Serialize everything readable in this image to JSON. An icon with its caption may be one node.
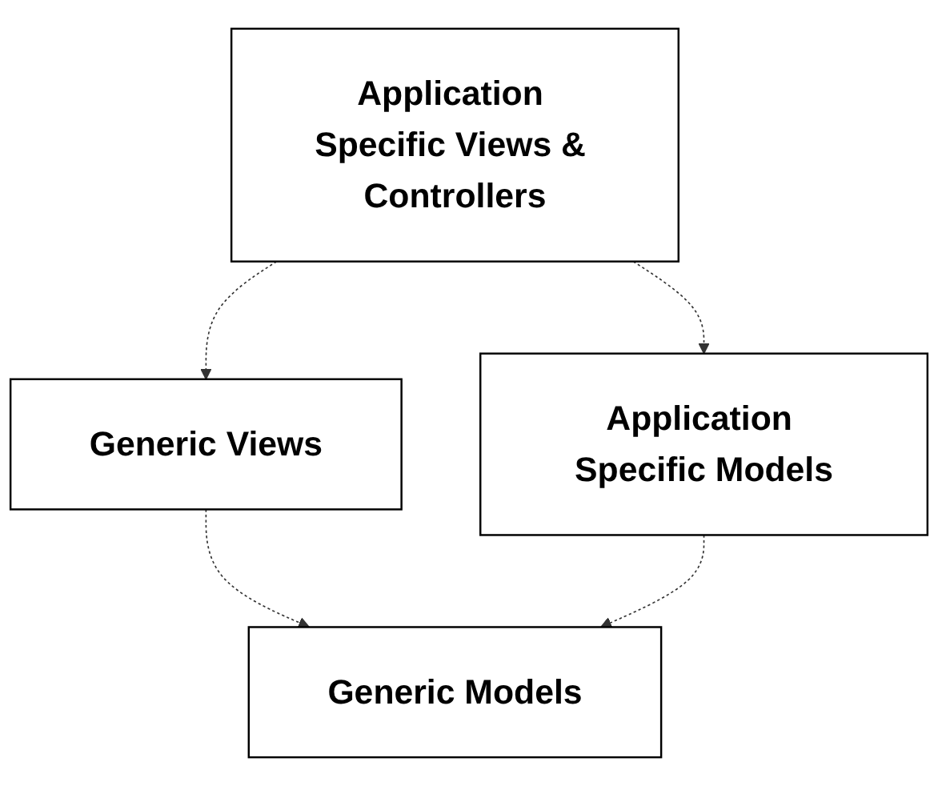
{
  "diagram": {
    "nodes": [
      {
        "text": [
          "Application Specific Views & Controllers"
        ]
      },
      {
        "text": [
          "Generic Views"
        ]
      },
      {
        "text": [
          "Application Specific Models"
        ]
      },
      {
        "text": [
          "Generic Models"
        ]
      }
    ],
    "edges": [
      {
        "from": 0,
        "to": 1,
        "arrow": "to",
        "style": "dashed"
      },
      {
        "from": 0,
        "to": 2,
        "arrow": "to",
        "style": "dashed"
      },
      {
        "from": 1,
        "to": 3,
        "arrow": "to",
        "style": "dashed"
      },
      {
        "from": 2,
        "to": 3,
        "arrow": "to",
        "style": "dashed"
      }
    ]
  }
}
